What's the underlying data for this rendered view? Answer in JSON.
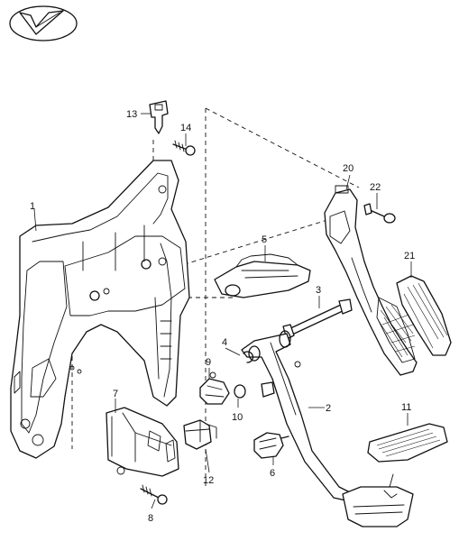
{
  "callouts": {
    "p1": "1",
    "p2": "2",
    "p3": "3",
    "p4": "4",
    "p5": "5",
    "p6": "6",
    "p7": "7",
    "p8": "8",
    "p9": "9",
    "p10": "10",
    "p11": "11",
    "p12": "12",
    "p13": "13",
    "p14": "14",
    "p20": "20",
    "p21": "21",
    "p22": "22"
  },
  "logo_icon": "checkmark-arrow-logo-icon",
  "colors": {
    "line": "#111111",
    "background": "#ffffff"
  }
}
